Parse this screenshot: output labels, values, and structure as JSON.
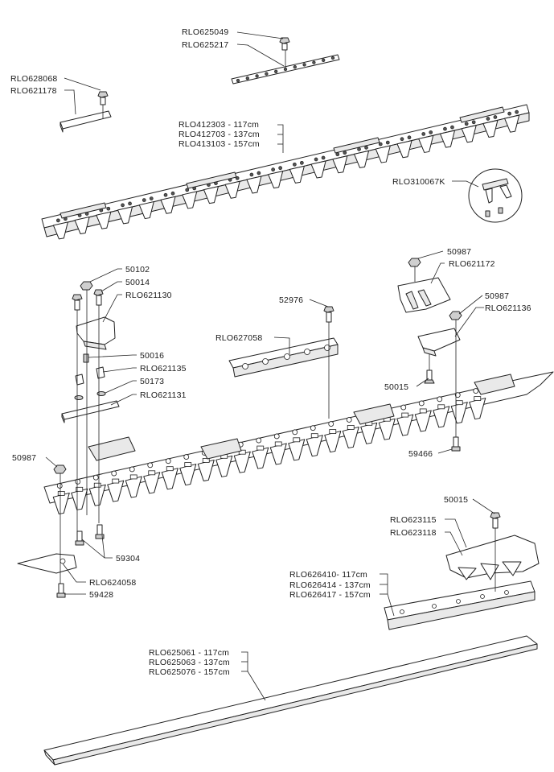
{
  "callouts": {
    "c1": "RLO625049",
    "c2": "RLO625217",
    "c3": "RLO628068",
    "c4": "RLO621178",
    "c5": "RLO412303  - 117cm",
    "c6": "RLO412703  - 137cm",
    "c7": "RLO413103  - 157cm",
    "c8": "RLO310067K",
    "c9": "50987",
    "c10": "RLO621172",
    "c11": "50102",
    "c12": "50014",
    "c13": "RLO621130",
    "c14": "52976",
    "c15": "50987",
    "c16": "RLO621136",
    "c17": "RLO627058",
    "c18": "50016",
    "c19": "RLO621135",
    "c20": "50173",
    "c21": "RLO621131",
    "c22": "50015",
    "c23": "59466",
    "c24": "50987",
    "c25": "59304",
    "c26": "50015",
    "c27": "RLO623115",
    "c28": "RLO623118",
    "c29": "RLO624058",
    "c30": "59428",
    "c31": "RLO626410- 117cm",
    "c32": "RLO626414 - 137cm",
    "c33": "RLO626417 - 157cm",
    "c34": "RLO625061 - 117cm",
    "c35": "RLO625063 - 137cm",
    "c36": "RLO625076 - 157cm"
  }
}
